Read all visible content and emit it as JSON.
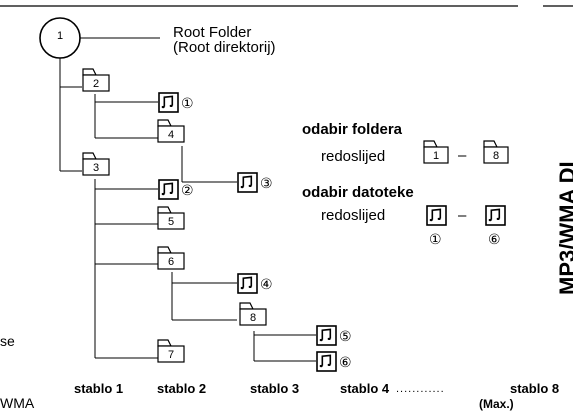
{
  "root": {
    "folder_number": "1",
    "label_line1": "Root Folder",
    "label_line2": "(Root direktorij)"
  },
  "folders": [
    {
      "number": "1"
    },
    {
      "number": "2"
    },
    {
      "number": "3"
    },
    {
      "number": "4"
    },
    {
      "number": "5"
    },
    {
      "number": "6"
    },
    {
      "number": "7"
    },
    {
      "number": "8"
    }
  ],
  "files": [
    {
      "order": "①"
    },
    {
      "order": "②"
    },
    {
      "order": "③"
    },
    {
      "order": "④"
    },
    {
      "order": "⑤"
    },
    {
      "order": "⑥"
    }
  ],
  "legend": {
    "folder_title": "odabir foldera",
    "folder_text": "redoslijed",
    "folder_from": "1",
    "folder_to": "8",
    "dash": "–",
    "file_title": "odabir datoteke",
    "file_text": "redoslijed",
    "file_from": "①",
    "file_to": "⑥"
  },
  "levels": {
    "l1": "stablo 1",
    "l2": "stablo 2",
    "l3": "stablo 3",
    "l4": "stablo 4",
    "dots": "............",
    "l8": "stablo 8",
    "max": "(Max.)"
  },
  "edge_text": {
    "left1": "se",
    "left2": "WMA"
  },
  "side_heading": "MP3/WMA DI"
}
